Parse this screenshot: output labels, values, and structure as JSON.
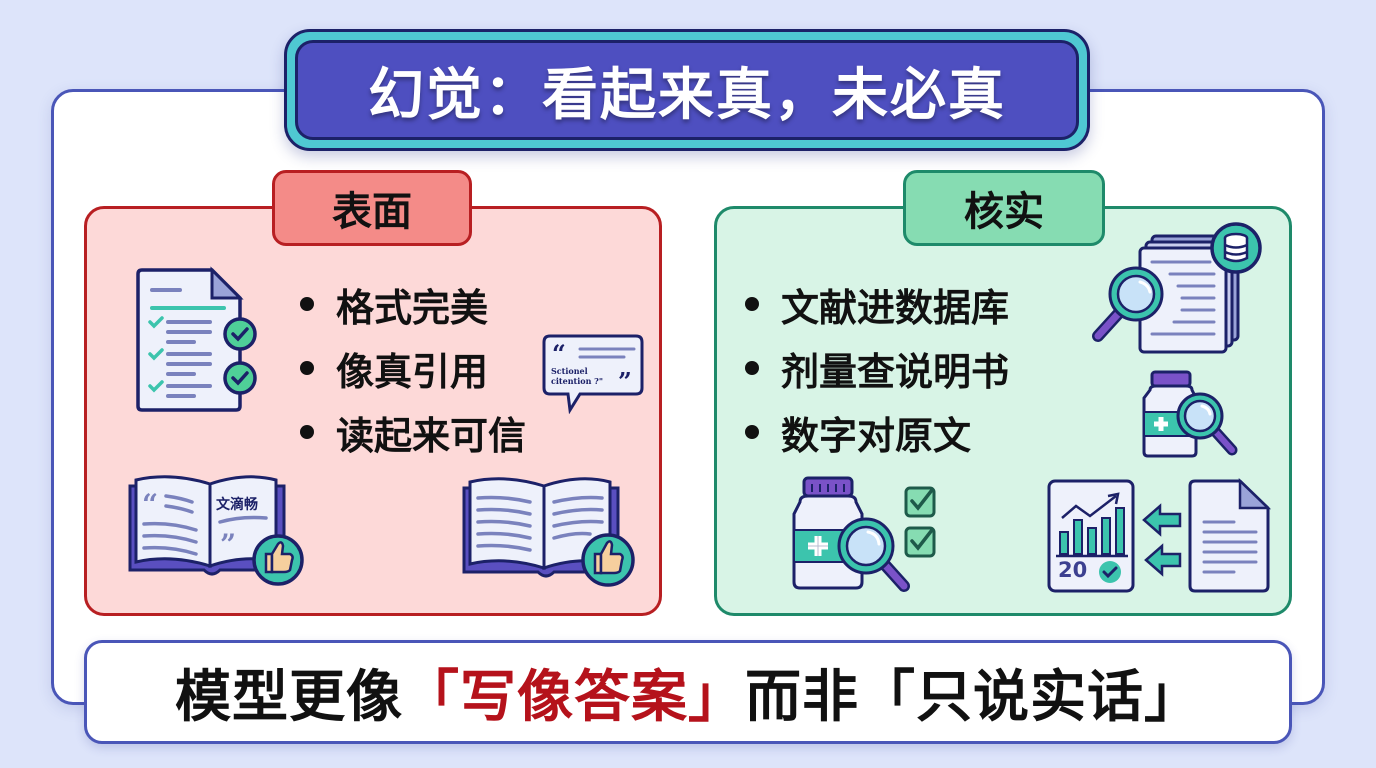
{
  "title": "幻觉：看起来真，未必真",
  "panels": {
    "surface": {
      "label": "表面",
      "items": [
        "格式完美",
        "像真引用",
        "读起来可信"
      ],
      "quote_bubble_text": [
        "Sctionel",
        "citention ?\""
      ],
      "book_text": "文滴畅"
    },
    "verify": {
      "label": "核实",
      "items": [
        "文献进数据库",
        "剂量查说明书",
        "数字对原文"
      ],
      "chart_badge_number": "20"
    }
  },
  "conclusion": {
    "prefix": "模型更像",
    "highlight": "「写像答案」",
    "middle": "而非",
    "suffix": "「只说实话」"
  },
  "colors": {
    "background": "#dde4fa",
    "title_fill": "#4e4fc0",
    "title_outer": "#4fc8d2",
    "red_panel": "#fdd9d8",
    "red_accent": "#b81f22",
    "green_panel": "#d8f4e6",
    "green_accent": "#1e8a6a",
    "teal": "#3cc4ad",
    "navy_outline": "#1c2168",
    "highlight_text": "#b5121b"
  }
}
